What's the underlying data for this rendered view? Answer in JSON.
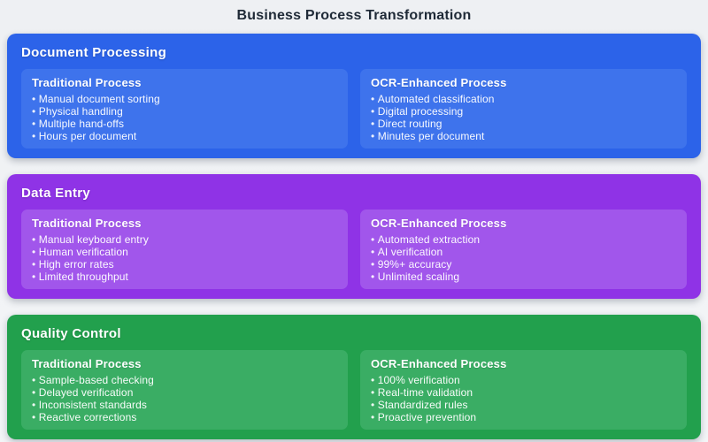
{
  "page": {
    "title": "Business Process Transformation"
  },
  "colors": {
    "page_background": "#f0f2f5",
    "title_text": "#1f2a37",
    "document_processing_section": "#2c63e9",
    "document_processing_card": "#3e73ec",
    "data_entry_section": "#8f33e6",
    "data_entry_card": "#a156eb",
    "quality_control_section": "#22a04d",
    "quality_control_card": "#3aad64",
    "text_on_color": "#ffffff"
  },
  "sections": [
    {
      "title": "Document Processing",
      "cards": [
        {
          "title": "Traditional Process",
          "items": [
            "Manual document sorting",
            "Physical handling",
            "Multiple hand-offs",
            "Hours per document"
          ]
        },
        {
          "title": "OCR-Enhanced Process",
          "items": [
            "Automated classification",
            "Digital processing",
            "Direct routing",
            "Minutes per document"
          ]
        }
      ]
    },
    {
      "title": "Data Entry",
      "cards": [
        {
          "title": "Traditional Process",
          "items": [
            "Manual keyboard entry",
            "Human verification",
            "High error rates",
            "Limited throughput"
          ]
        },
        {
          "title": "OCR-Enhanced Process",
          "items": [
            "Automated extraction",
            "AI verification",
            "99%+ accuracy",
            "Unlimited scaling"
          ]
        }
      ]
    },
    {
      "title": "Quality Control",
      "cards": [
        {
          "title": "Traditional Process",
          "items": [
            "Sample-based checking",
            "Delayed verification",
            "Inconsistent standards",
            "Reactive corrections"
          ]
        },
        {
          "title": "OCR-Enhanced Process",
          "items": [
            "100% verification",
            "Real-time validation",
            "Standardized rules",
            "Proactive prevention"
          ]
        }
      ]
    }
  ]
}
